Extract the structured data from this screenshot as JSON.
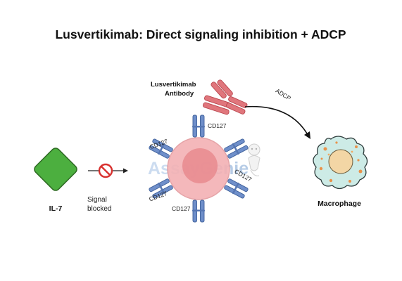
{
  "title": "Lusvertikimab: Direct signaling inhibition + ADCP",
  "il7_label": "IL-7",
  "signal_label_line1": "Signal",
  "signal_label_line2": "blocked",
  "antibody_label_line1": "Lusvertikimab",
  "antibody_label_line2": "Antibody",
  "adcp_label": "ADCP",
  "macrophage_label": "Macrophage",
  "receptor_label": "CD127",
  "watermark_part1": "Assay",
  "watermark_part2": "Genie",
  "colors": {
    "il7_fill": "#4caf3f",
    "il7_stroke": "#2e6b23",
    "cell_outer": "#f3b1b4",
    "cell_nucleus": "#e8898e",
    "receptor": "#6f8fca",
    "receptor_stroke": "#3d5f99",
    "antibody": "#e0767c",
    "antibody_stroke": "#b9474f",
    "macrophage_fill": "#cdebe6",
    "macrophage_stroke": "#2d3a3a",
    "macrophage_nucleus": "#f3d6a5",
    "no_sign": "#d8312f"
  }
}
